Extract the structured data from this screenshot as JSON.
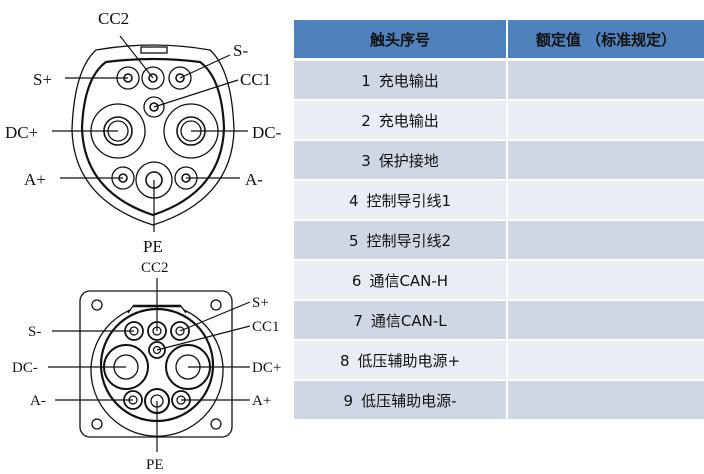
{
  "diagram": {
    "plug": {
      "labels": {
        "cc2": "CC2",
        "s_minus": "S-",
        "s_plus": "S+",
        "cc1": "CC1",
        "dc_plus": "DC+",
        "dc_minus": "DC-",
        "a_plus": "A+",
        "a_minus": "A-",
        "pe": "PE"
      }
    },
    "socket": {
      "labels": {
        "cc2": "CC2",
        "s_plus": "S+",
        "s_minus": "S-",
        "cc1": "CC1",
        "dc_minus": "DC-",
        "dc_plus": "DC+",
        "a_minus": "A-",
        "a_plus": "A+",
        "pe": "PE"
      }
    }
  },
  "table": {
    "headers": {
      "contact_no": "触头序号",
      "rated_value": "额定值 （标准规定）"
    },
    "rows": [
      {
        "num": "1",
        "name": "充电输出",
        "value": ""
      },
      {
        "num": "2",
        "name": "充电输出",
        "value": ""
      },
      {
        "num": "3",
        "name": "保护接地",
        "value": ""
      },
      {
        "num": "4",
        "name": "控制导引线1",
        "value": ""
      },
      {
        "num": "5",
        "name": "控制导引线2",
        "value": ""
      },
      {
        "num": "6",
        "name": "通信CAN-H",
        "value": ""
      },
      {
        "num": "7",
        "name": "通信CAN-L",
        "value": ""
      },
      {
        "num": "8",
        "name": "低压辅助电源+",
        "value": ""
      },
      {
        "num": "9",
        "name": "低压辅助电源-",
        "value": ""
      }
    ],
    "colors": {
      "header_bg": "#4f81bd",
      "row_odd_bg": "#cfd6e4",
      "row_even_bg": "#e9edf4"
    }
  }
}
